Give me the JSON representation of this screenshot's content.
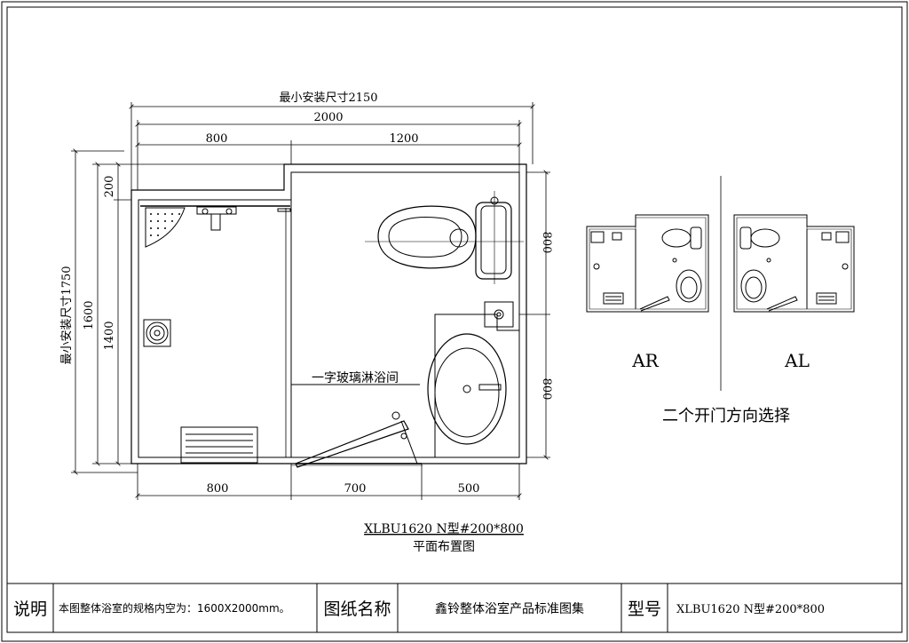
{
  "plan": {
    "dims": {
      "overall_min_install": "最小安装尺寸2150",
      "overall": "2000",
      "top_left": "800",
      "top_right": "1200",
      "left_offset": "200",
      "left_total_min": "最小安装尺寸1750",
      "left_1600": "1600",
      "left_1400": "1400",
      "right_upper": "800",
      "right_lower": "800",
      "bottom_left": "800",
      "bottom_mid": "700",
      "bottom_right": "500"
    },
    "annotation": "一字玻璃淋浴间",
    "model_label": "XLBU1620 N型#200*800",
    "caption": "平面布置图"
  },
  "options": {
    "ar_label": "AR",
    "al_label": "AL",
    "caption": "二个开门方向选择"
  },
  "title_block": {
    "note_label": "说明",
    "note_text": "本图整体浴室的规格内空为：1600X2000mm。",
    "drawing_name_label": "图纸名称",
    "drawing_name": "鑫铃整体浴室产品标准图集",
    "model_no_label": "型号",
    "model_no": "XLBU1620 N型#200*800"
  }
}
